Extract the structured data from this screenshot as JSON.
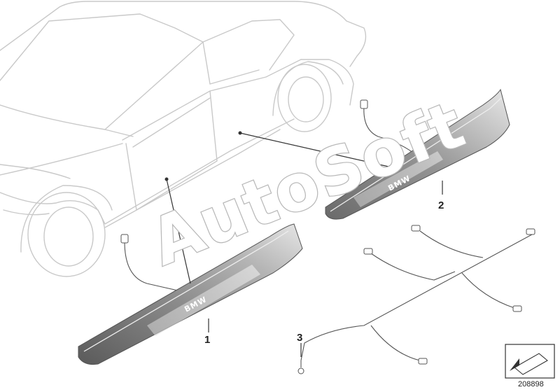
{
  "parts": [
    {
      "callout": "1",
      "brand": "BMW"
    },
    {
      "callout": "2",
      "brand": "BMW"
    },
    {
      "callout": "3"
    }
  ],
  "watermark": "AutoSoft",
  "catalog_number": "208898",
  "colors": {
    "line": "#333333",
    "car_outline": "#c9c9c9",
    "sill_dark": "#6f6f6f",
    "sill_light": "#e4e4e4"
  }
}
